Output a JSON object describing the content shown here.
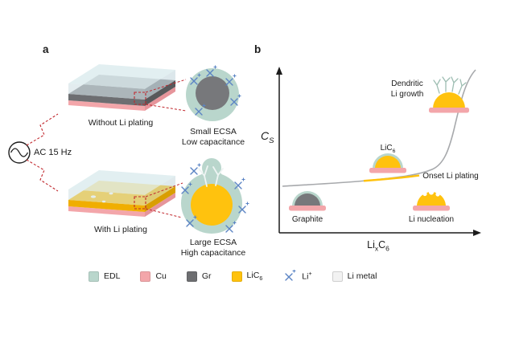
{
  "figure": {
    "panel_a_label": "a",
    "panel_b_label": "b"
  },
  "panel_a": {
    "ac_label": "AC 15 Hz",
    "without": {
      "caption": "Without Li plating",
      "zoom_line1": "Small ECSA",
      "zoom_line2": "Low capacitance"
    },
    "with": {
      "caption": "With Li plating",
      "zoom_line1": "Large ECSA",
      "zoom_line2": "High capacitance"
    }
  },
  "panel_b": {
    "y_axis": {
      "main": "C",
      "sub": "S"
    },
    "x_axis": {
      "p1": "Li",
      "sub1": "x",
      "p2": "C",
      "sub2": "6"
    },
    "labels": {
      "graphite": "Graphite",
      "lic6_p1": "LiC",
      "lic6_sub": "6",
      "nucleation": "Li nucleation",
      "dendritic_line1": "Dendritic",
      "dendritic_line2": "Li growth",
      "onset": "Onset Li plating"
    }
  },
  "legend": {
    "edl": "EDL",
    "cu": "Cu",
    "gr": "Gr",
    "lic6_p1": "LiC",
    "lic6_sub": "6",
    "li_p1": "Li",
    "li_sup": "+",
    "li_metal": "Li metal"
  },
  "colors": {
    "edl": "#b9d6cc",
    "cu": "#f3a6aa",
    "gr": "#6d6e71",
    "lic6": "#ffc20e",
    "li_ion": "#5b84c4",
    "li_metal": "#f2f2f2",
    "highlight_red": "#c1272d",
    "curve": "#a7a9ac"
  },
  "chart_data": {
    "type": "line",
    "title": "",
    "xlabel": "LixC6",
    "ylabel": "CS",
    "x_normalized": [
      0,
      0.1,
      0.2,
      0.3,
      0.4,
      0.5,
      0.6,
      0.7,
      0.75,
      0.8,
      0.85,
      0.9,
      0.95,
      1
    ],
    "y_normalized": [
      0.28,
      0.285,
      0.29,
      0.3,
      0.31,
      0.325,
      0.34,
      0.38,
      0.42,
      0.48,
      0.58,
      0.72,
      0.87,
      1.0
    ],
    "axis_ranges": "schematic, no numeric ticks",
    "grid": false,
    "legend_position": "none",
    "annotations": [
      "Graphite",
      "LiC6",
      "Li nucleation",
      "Onset Li plating",
      "Dendritic Li growth"
    ],
    "highlight_segment": {
      "x_norm_start": 0.42,
      "x_norm_end": 0.7,
      "color": "#ffc20e"
    }
  }
}
